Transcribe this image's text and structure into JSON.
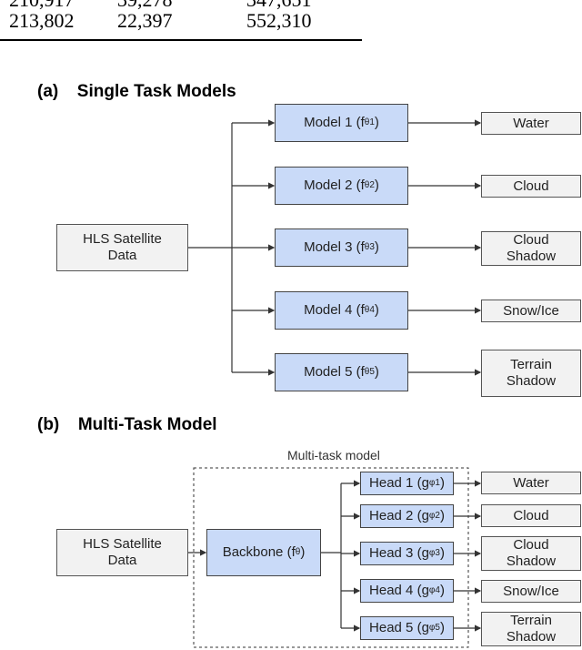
{
  "table_fragment": {
    "rows": [
      [
        "210,917",
        "39,278",
        "347,651"
      ],
      [
        "213,802",
        "22,397",
        "552,310"
      ]
    ]
  },
  "section_a": {
    "label": "(a)",
    "title": "Single Task Models",
    "input": "HLS Satellite Data",
    "models": [
      {
        "name": "Model 1",
        "sup": "1",
        "output": "Water"
      },
      {
        "name": "Model 2",
        "sup": "2",
        "output": "Cloud"
      },
      {
        "name": "Model 3",
        "sup": "3",
        "output": "Cloud Shadow"
      },
      {
        "name": "Model 4",
        "sup": "4",
        "output": "Snow/Ice"
      },
      {
        "name": "Model 5",
        "sup": "5",
        "output": "Terrain Shadow"
      }
    ],
    "param_symbol": "f",
    "param_sub": "θ"
  },
  "section_b": {
    "label": "(b)",
    "title": "Multi-Task Model",
    "container_label": "Multi-task model",
    "input": "HLS Satellite Data",
    "backbone": {
      "name": "Backbone",
      "symbol": "f",
      "sub": "θ"
    },
    "heads": [
      {
        "name": "Head 1",
        "sup": "1",
        "output": "Water"
      },
      {
        "name": "Head 2",
        "sup": "2",
        "output": "Cloud"
      },
      {
        "name": "Head 3",
        "sup": "3",
        "output": "Cloud Shadow"
      },
      {
        "name": "Head 4",
        "sup": "4",
        "output": "Snow/Ice"
      },
      {
        "name": "Head 5",
        "sup": "5",
        "output": "Terrain Shadow"
      }
    ],
    "head_symbol": "g",
    "head_sub": "φ"
  }
}
